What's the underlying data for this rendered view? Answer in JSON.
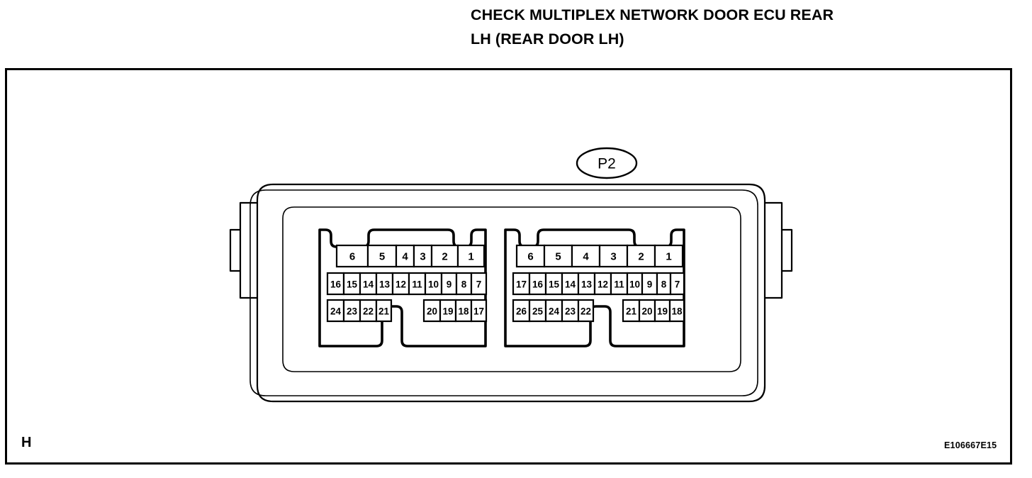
{
  "heading": {
    "text": "CHECK MULTIPLEX NETWORK DOOR ECU REAR\nLH (REAR DOOR LH)"
  },
  "figure": {
    "view_marker": "H",
    "reference_code": "E106667E15",
    "callout": {
      "label": "P2"
    }
  },
  "connector": {
    "name": "rear-door-ecu-connector-p2",
    "cavities": [
      {
        "name": "left-cavity",
        "rows": [
          {
            "name": "row-1",
            "cells": [
              "6",
              "5",
              "4",
              "3",
              "2",
              "1"
            ]
          },
          {
            "name": "row-2",
            "cells": [
              "16",
              "15",
              "14",
              "13",
              "12",
              "11",
              "10",
              "9",
              "8",
              "7"
            ]
          },
          {
            "name": "row-3-left-group",
            "cells": [
              "24",
              "23",
              "22",
              "21"
            ]
          },
          {
            "name": "row-3-right-group",
            "cells": [
              "20",
              "19",
              "18",
              "17"
            ]
          }
        ]
      },
      {
        "name": "right-cavity",
        "rows": [
          {
            "name": "row-1",
            "cells": [
              "6",
              "5",
              "4",
              "3",
              "2",
              "1"
            ]
          },
          {
            "name": "row-2",
            "cells": [
              "17",
              "16",
              "15",
              "14",
              "13",
              "12",
              "11",
              "10",
              "9",
              "8",
              "7"
            ]
          },
          {
            "name": "row-3-left-group",
            "cells": [
              "26",
              "25",
              "24",
              "23",
              "22"
            ]
          },
          {
            "name": "row-3-right-group",
            "cells": [
              "21",
              "20",
              "19",
              "18"
            ]
          }
        ]
      }
    ]
  },
  "colors": {
    "line": "#000000",
    "background": "#ffffff"
  }
}
